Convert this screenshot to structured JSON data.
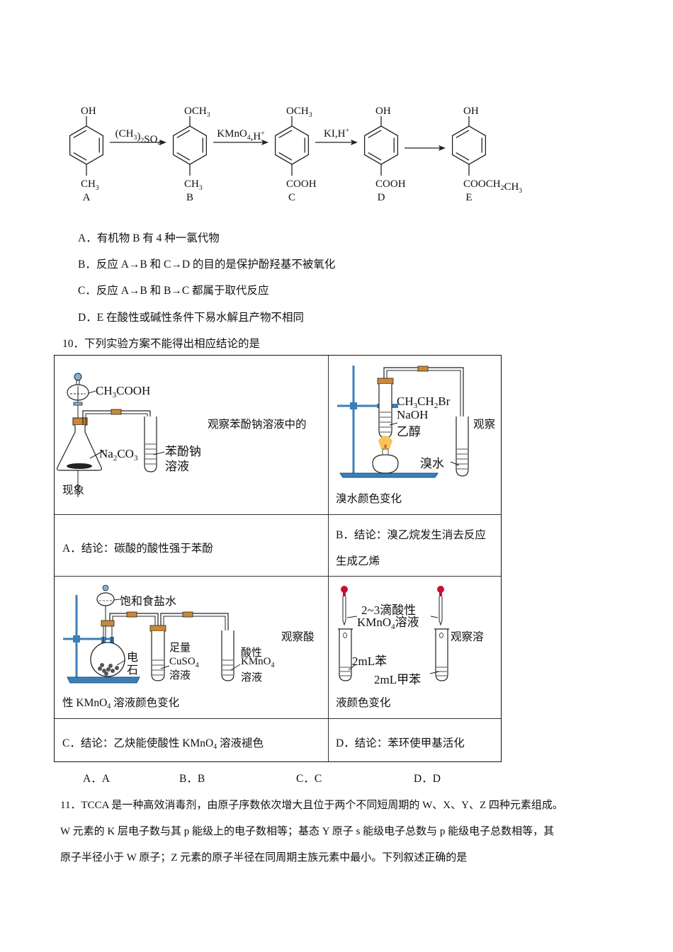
{
  "scheme": {
    "compounds": [
      {
        "id": "A",
        "top_group": "OH",
        "bottom_group": "CH3",
        "label": "A"
      },
      {
        "id": "B",
        "top_group": "OCH3",
        "bottom_group": "CH3",
        "label": "B"
      },
      {
        "id": "C",
        "top_group": "OCH3",
        "bottom_group": "COOH",
        "label": "C"
      },
      {
        "id": "D",
        "top_group": "OH",
        "bottom_group": "COOH",
        "label": "D"
      },
      {
        "id": "E",
        "top_group": "OH",
        "bottom_group": "COOCH2CH3",
        "label": "E"
      }
    ],
    "arrows": [
      {
        "from": "A",
        "to": "B",
        "reagent": "(CH3)2SO4"
      },
      {
        "from": "B",
        "to": "C",
        "reagent": "KMnO4,H+"
      },
      {
        "from": "C",
        "to": "D",
        "reagent": "KI,H+"
      },
      {
        "from": "D",
        "to": "E",
        "reagent": ""
      }
    ]
  },
  "q9_options": [
    "A．有机物 B 有 4 种一氯代物",
    "B．反应 A→B 和 C→D 的目的是保护酚羟基不被氧化",
    "C．反应 A→B 和 B→C 都属于取代反应",
    "D．E 在酸性或碱性条件下易水解且产物不相同"
  ],
  "q10": {
    "stem": "10．下列实验方案不能得出相应结论的是",
    "cells": {
      "A": {
        "desc_line1": "观察苯酚钠溶液中的",
        "desc_line2": "现象",
        "labels": {
          "funnel": "CH3COOH",
          "flask": "Na2CO3",
          "tube_l1": "苯酚钠",
          "tube_l2": "溶液"
        },
        "conclusion": "A．结论：碳酸的酸性强于苯酚"
      },
      "B": {
        "desc_line1": "观察",
        "desc_line2": "溴水颜色变化",
        "labels": {
          "r1": "CH3CH2Br",
          "r2": "NaOH",
          "r3": "乙醇",
          "tube": "溴水"
        },
        "conclusion_l1": "B．结论：溴乙烷发生消去反应",
        "conclusion_l2": "生成乙烯"
      },
      "C": {
        "desc_line1": "观察酸",
        "desc_line2_pre": "性 KMnO",
        "desc_line2_sub": "4",
        "desc_line2_post": " 溶液颜色变化",
        "labels": {
          "funnel": "饱和食盐水",
          "stone1": "电",
          "stone2": "石",
          "t1a": "足量",
          "t1b": "CuSO4",
          "t1c": "溶液",
          "t2a": "酸性",
          "t2b": "KMnO4",
          "t2c": "溶液"
        },
        "conclusion_pre": "C．结论：乙炔能使酸性 KMnO",
        "conclusion_sub": "4",
        "conclusion_post": " 溶液褪色"
      },
      "D": {
        "desc_line1": "观察溶",
        "desc_line2": "液颜色变化",
        "labels": {
          "drop1": "2~3滴酸性",
          "drop2": "KMnO4溶液",
          "t1": "2mL苯",
          "t2": "2mL甲苯"
        },
        "conclusion": "D．结论：苯环使甲基活化"
      }
    },
    "answers": [
      "A．A",
      "B．B",
      "C．C",
      "D．D"
    ]
  },
  "q11": {
    "lines": [
      "11．TCCA 是一种高效消毒剂，由原子序数依次增大且位于两个不同短周期的 W、X、Y、Z 四种元素组成。",
      "W 元素的 K 层电子数与其 p 能级上的电子数相等；基态 Y 原子 s 能级电子总数与 p 能级电子总数相等，其",
      "原子半径小于 W 原子；Z 元素的原子半径在同周期主族元素中最小。下列叙述正确的是"
    ]
  }
}
